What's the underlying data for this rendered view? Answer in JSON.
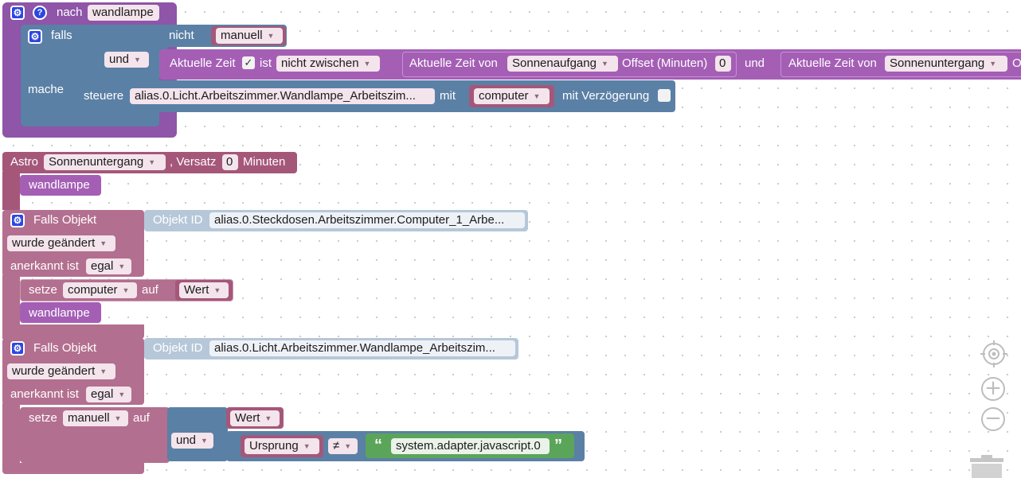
{
  "func": {
    "title": "nach",
    "name": "wandlampe",
    "if_label": "falls",
    "do_label": "mache",
    "not_label": "nicht",
    "not_value": "manuell",
    "and_label": "und",
    "time_label": "Aktuelle Zeit",
    "time_check": "✓",
    "is_label": "ist",
    "is_op": "nicht zwischen",
    "time_from_label": "Aktuelle Zeit von",
    "time_from_value": "Sonnenaufgang",
    "offset_label": "Offset (Minuten)",
    "offset_value": "0",
    "and2_label": "und",
    "time_to_label": "Aktuelle Zeit von",
    "time_to_value": "Sonnenuntergang",
    "time_to_overflow": "O",
    "control_label": "steuere",
    "control_object": "alias.0.Licht.Arbeitszimmer.Wandlampe_Arbeitszim...",
    "with_label": "mit",
    "with_value": "computer",
    "delay_label": "mit Verzögerung"
  },
  "astro": {
    "label": "Astro",
    "event": "Sonnenuntergang",
    "offset_label": ", Versatz",
    "offset_value": "0",
    "unit": "Minuten",
    "call": "wandlampe"
  },
  "trigger1": {
    "label": "Falls Objekt",
    "objid_label": "Objekt ID",
    "objid_value": "alias.0.Steckdosen.Arbeitszimmer.Computer_1_Arbe...",
    "changed": "wurde geändert",
    "ack_label": "anerkannt ist",
    "ack_value": "egal",
    "set_label": "setze",
    "set_var": "computer",
    "to_label": "auf",
    "to_value": "Wert",
    "call": "wandlampe"
  },
  "trigger2": {
    "label": "Falls Objekt",
    "objid_label": "Objekt ID",
    "objid_value": "alias.0.Licht.Arbeitszimmer.Wandlampe_Arbeitszim...",
    "changed": "wurde geändert",
    "ack_label": "anerkannt ist",
    "ack_value": "egal",
    "set_label": "setze",
    "set_var": "manuell",
    "to_label": "auf",
    "value_label": "Wert",
    "and_label": "und",
    "origin_label": "Ursprung",
    "compare_op": "≠",
    "quote_open": "“",
    "string_value": "system.adapter.javascript.0",
    "quote_close": "”"
  },
  "icons": {
    "gear": "⚙",
    "help": "?",
    "dropdown": "▼",
    "zoom_in": "+",
    "zoom_out": "−"
  }
}
